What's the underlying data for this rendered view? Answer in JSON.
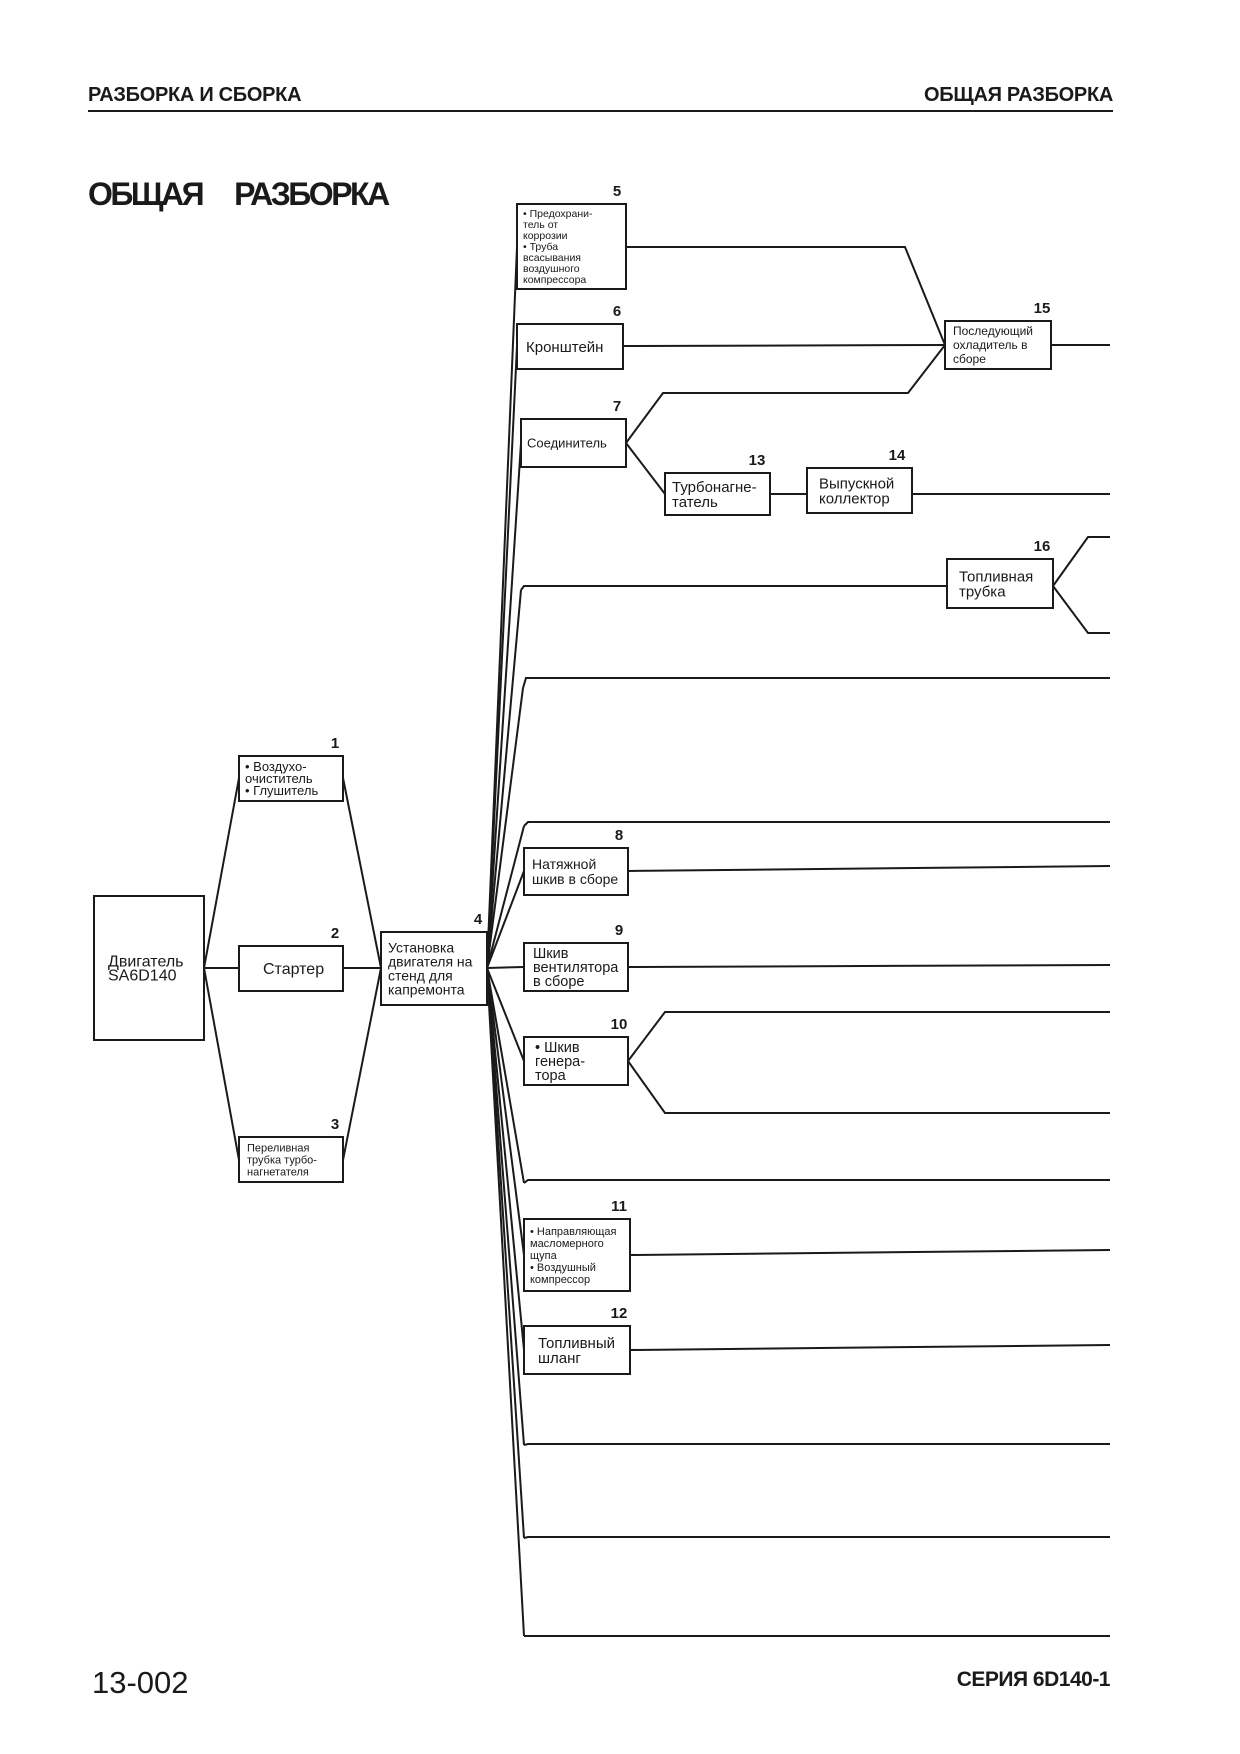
{
  "header": {
    "left": "РАЗБОРКА И СБОРКА",
    "right": "ОБЩАЯ РАЗБОРКА"
  },
  "page_title": "ОБЩАЯ РАЗБОРКА",
  "footer": {
    "page_number": "13-002",
    "series": "СЕРИЯ 6D140-1"
  },
  "nodes": {
    "engine": {
      "lines": [
        "Двигатель",
        "SA6D140"
      ]
    },
    "n1": {
      "num": "1",
      "lines": [
        "• Воздухо-",
        "очиститель",
        "• Глушитель"
      ]
    },
    "n2": {
      "num": "2",
      "lines": [
        "Стартер"
      ]
    },
    "n3": {
      "num": "3",
      "lines": [
        "Переливная",
        "трубка турбо-",
        "нагнетателя"
      ]
    },
    "n4": {
      "num": "4",
      "lines": [
        "Установка",
        "двигателя на",
        "стенд для",
        "капремонта"
      ]
    },
    "n5": {
      "num": "5",
      "lines": [
        "• Предохрани-",
        "тель от",
        "коррозии",
        "• Труба",
        "всасывания",
        "воздушного",
        "компрессора"
      ]
    },
    "n6": {
      "num": "6",
      "lines": [
        "Кронштейн"
      ]
    },
    "n7": {
      "num": "7",
      "lines": [
        "Соединитель"
      ]
    },
    "n8": {
      "num": "8",
      "lines": [
        "Натяжной",
        "шкив в сборе"
      ]
    },
    "n9": {
      "num": "9",
      "lines": [
        "Шкив",
        "вентилятора",
        "в сборе"
      ]
    },
    "n10": {
      "num": "10",
      "lines": [
        "• Шкив",
        "генера-",
        "тора"
      ]
    },
    "n11": {
      "num": "11",
      "lines": [
        "• Направляющая",
        "масломерного",
        "щупа",
        "• Воздушный",
        "компрессор"
      ]
    },
    "n12": {
      "num": "12",
      "lines": [
        "Топливный",
        "шланг"
      ]
    },
    "n13": {
      "num": "13",
      "lines": [
        "Турбонагне-",
        "татель"
      ]
    },
    "n14": {
      "num": "14",
      "lines": [
        "Выпускной",
        "коллектор"
      ]
    },
    "n15": {
      "num": "15",
      "lines": [
        "Последующий",
        "охладитель в",
        "сборе"
      ]
    },
    "n16": {
      "num": "16",
      "lines": [
        "Топливная",
        "трубка"
      ]
    }
  }
}
